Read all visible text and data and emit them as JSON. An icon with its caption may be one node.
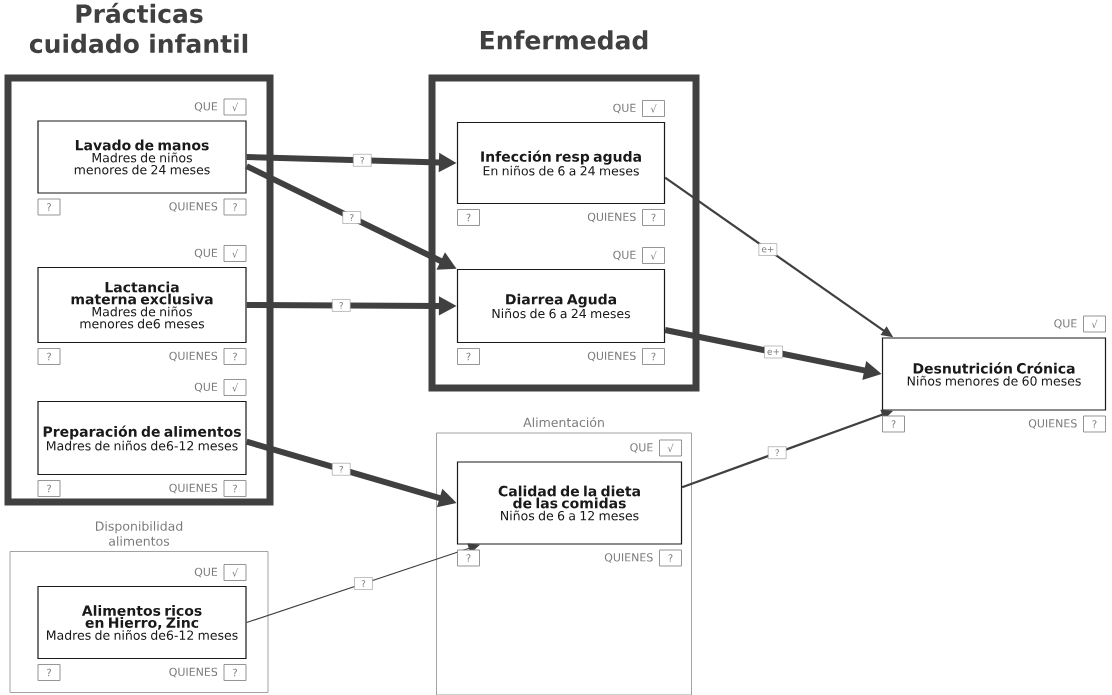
{
  "diagram": {
    "nodes": [
      {
        "text": [
          "Prácticas cuidado infantil"
        ]
      },
      {
        "text": [
          "Lavado de manos",
          "Madres de niños menores de 24 meses"
        ],
        "in": 0,
        "beside": [
          "QUE",
          "√",
          "?",
          "QUIENES",
          "?"
        ]
      },
      {
        "text": [
          "Lactancia materna exclusiva",
          "Madres de niños menores de6 meses"
        ],
        "in": 0,
        "beside": [
          "QUE",
          "√",
          "?",
          "QUIENES",
          "?"
        ]
      },
      {
        "text": [
          "Preparación de alimentos",
          "Madres de niños de6-12 meses"
        ],
        "in": 0,
        "beside": [
          "QUE",
          "√",
          "?",
          "QUIENES",
          "?"
        ]
      },
      {
        "text": [
          "Enfermedad"
        ]
      },
      {
        "text": [
          "Infección resp aguda",
          "En niños de 6 a 24 meses"
        ],
        "in": 4,
        "beside": [
          "QUE",
          "√",
          "?",
          "QUIENES",
          "?"
        ]
      },
      {
        "text": [
          "Diarrea Aguda",
          "Niños de 6 a 24 meses"
        ],
        "in": 4,
        "beside": [
          "QUE",
          "√",
          "?",
          "QUIENES",
          "?"
        ]
      },
      {
        "text": [
          "Alimentación"
        ]
      },
      {
        "text": [
          "Calidad de la dieta de las comidas",
          "Niños de 6 a 12 meses"
        ],
        "in": 7,
        "beside": [
          "QUE",
          "√",
          "?",
          "QUIENES",
          "?"
        ]
      },
      {
        "text": [
          "Disponibilidad alimentos"
        ]
      },
      {
        "text": [
          "Alimentos ricos en Hierro, Zinc",
          "Madres de niños de6-12 meses"
        ],
        "in": 9,
        "beside": [
          "QUE",
          "√",
          "?",
          "QUIENES",
          "?"
        ]
      },
      {
        "text": [
          "Desnutrición Crónica",
          "Niños menores de 60 meses"
        ],
        "beside": [
          "QUE",
          "√",
          "?",
          "QUIENES",
          "?"
        ]
      }
    ],
    "edges": [
      {
        "from": 1,
        "to": 5,
        "arrow": "to",
        "label": "?"
      },
      {
        "from": 1,
        "to": 6,
        "arrow": "to",
        "label": "?"
      },
      {
        "from": 2,
        "to": 6,
        "arrow": "to",
        "label": "?"
      },
      {
        "from": 3,
        "to": 8,
        "arrow": "to",
        "label": "?"
      },
      {
        "from": 10,
        "to": 8,
        "arrow": "to",
        "label": "?"
      },
      {
        "from": 5,
        "to": 11,
        "arrow": "to",
        "label": "e+"
      },
      {
        "from": 6,
        "to": 11,
        "arrow": "to",
        "label": "e+"
      },
      {
        "from": 8,
        "to": 11,
        "arrow": "to",
        "label": "?"
      }
    ]
  }
}
